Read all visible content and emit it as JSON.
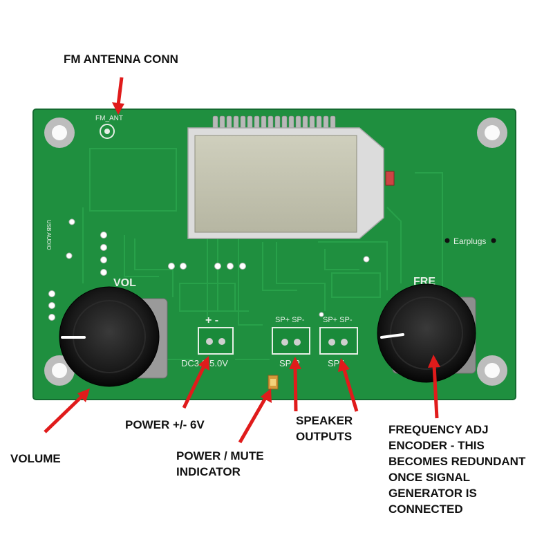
{
  "board": {
    "colors": {
      "pcb": "#1f8f3f",
      "pcb_dark": "#167234",
      "trace": "#2aa34c",
      "lcd_glass": "#c4c4b0",
      "lcd_frame": "#dcdcdc",
      "knob": "#141414",
      "arrow": "#e01b1b"
    },
    "silkscreen": {
      "fm_ant": "FM_ANT",
      "usb_audio": "USB AUDIO",
      "vol": "VOL",
      "fre": "FRE",
      "earplugs": "Earplugs",
      "power_pins": "+ -",
      "power_rating": "DC3.0-5.0V",
      "sp_header_r": "SP+ SP-",
      "sp_header_l": "SP+ SP-",
      "sp_r": "SP R",
      "sp_l": "SP L"
    }
  },
  "callouts": {
    "fm_antenna": {
      "lines": [
        "FM ANTENNA CONN"
      ]
    },
    "volume": {
      "lines": [
        "VOLUME"
      ]
    },
    "power": {
      "lines": [
        "POWER +/- 6V"
      ]
    },
    "power_mute": {
      "lines": [
        "POWER / MUTE",
        "INDICATOR"
      ]
    },
    "speaker": {
      "lines": [
        "SPEAKER",
        "OUTPUTS"
      ]
    },
    "frequency": {
      "lines": [
        "FREQUENCY ADJ",
        "ENCODER - THIS",
        "BECOMES REDUNDANT",
        "ONCE SIGNAL",
        "GENERATOR IS",
        "CONNECTED"
      ]
    }
  }
}
